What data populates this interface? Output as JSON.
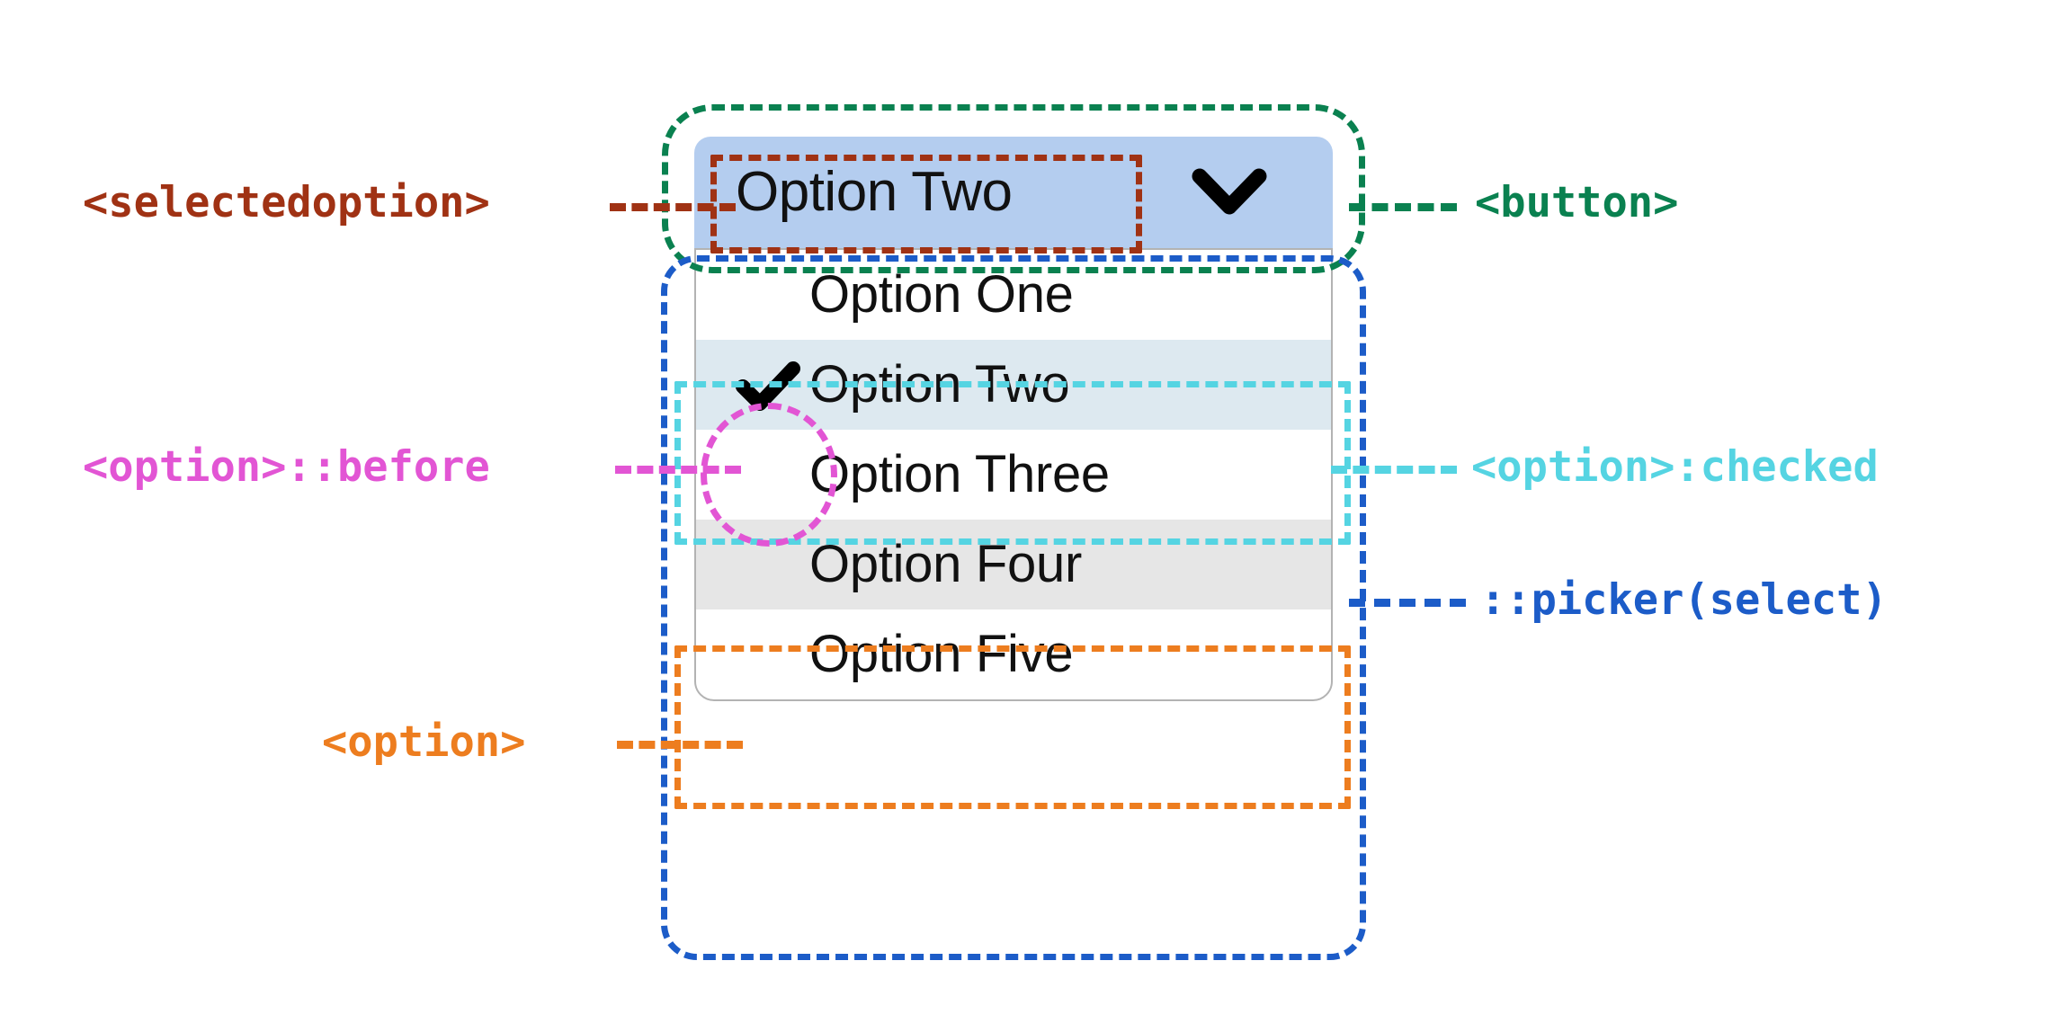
{
  "diagram": {
    "title": "HTML select element anatomy with CSS selectors",
    "colors": {
      "selectedoption": "#a03214",
      "button": "#0a8150",
      "option_before": "#e255d4",
      "option_checked": "#55d4e2",
      "picker_select": "#1c5cc8",
      "option": "#ed7d1f",
      "button_fill": "#b4cdef",
      "checked_row_fill": "#dde9f0",
      "hover_row_fill": "#e6e6e6",
      "listbox_border": "#b3b3b3",
      "text": "#111111"
    }
  },
  "select": {
    "selected_value": "Option Two",
    "chevron_icon": "chevron-down-icon",
    "check_icon": "check-icon",
    "options": [
      {
        "label": "Option One",
        "checked": false,
        "hovered": false
      },
      {
        "label": "Option Two",
        "checked": true,
        "hovered": false
      },
      {
        "label": "Option Three",
        "checked": false,
        "hovered": false
      },
      {
        "label": "Option Four",
        "checked": false,
        "hovered": true
      },
      {
        "label": "Option Five",
        "checked": false,
        "hovered": false
      }
    ]
  },
  "annotations": {
    "selectedoption": "<selectedoption>",
    "button": "<button>",
    "option_before": "<option>::before",
    "option_checked": "<option>:checked",
    "picker_select": "::picker(select)",
    "option": "<option>"
  }
}
